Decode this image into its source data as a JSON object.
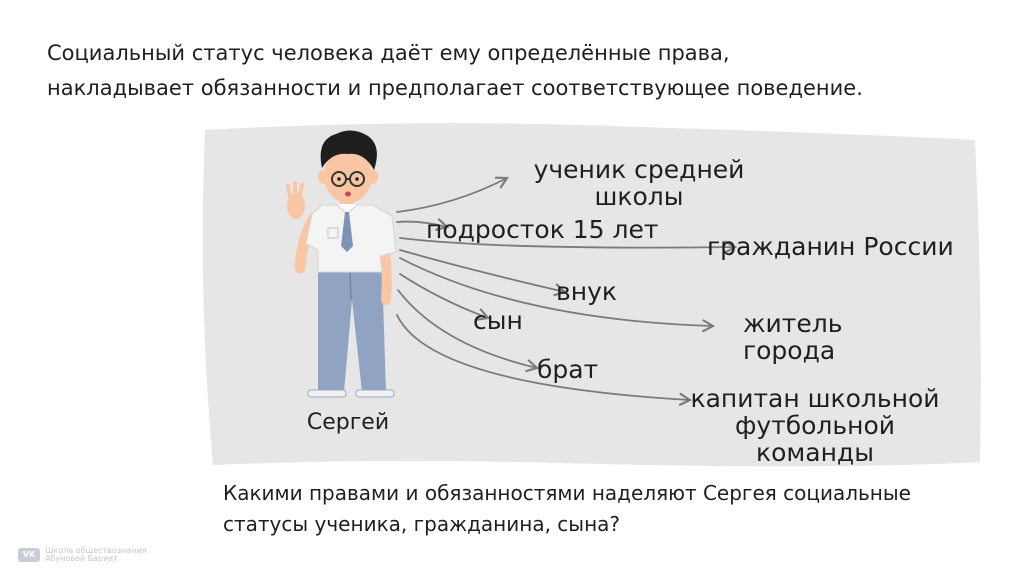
{
  "intro_text": "Социальный статус человека даёт ему определённые права, накладывает обязанности и предполагает соответствующее поведение.",
  "person_name": "Сергей",
  "statuses": [
    {
      "id": "student",
      "label": "ученик средней\nшколы"
    },
    {
      "id": "teen",
      "label": "подросток 15 лет"
    },
    {
      "id": "citizen",
      "label": "гражданин России"
    },
    {
      "id": "grandson",
      "label": "внук"
    },
    {
      "id": "son",
      "label": "сын"
    },
    {
      "id": "resident",
      "label": "житель\nгорода"
    },
    {
      "id": "brother",
      "label": "брат"
    },
    {
      "id": "captain",
      "label": "капитан школьной\nфутбольной\nкоманды"
    }
  ],
  "question_text": "Какими правами и обязанностями наделяют Сергея социальные статусы ученика, гражданина, сына?",
  "logo": {
    "line1": "Школа обществознания",
    "line2": "Абуновой Барият"
  },
  "colors": {
    "background": "#ffffff",
    "panel": "#e6e6e6",
    "arrow": "#7a7a7a",
    "text": "#1f1f1f",
    "shirt": "#f4f4f4",
    "tie": "#7f93b8",
    "trousers": "#91a3c3",
    "hair": "#1e1e1e",
    "skin": "#f9c6a4"
  }
}
